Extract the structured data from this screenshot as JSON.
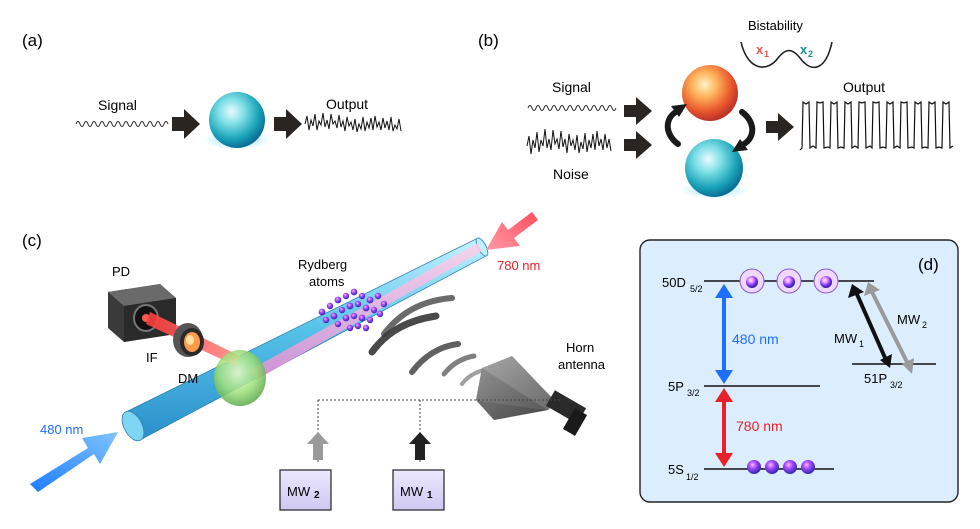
{
  "panel_a": {
    "label": "(a)",
    "signal_label": "Signal",
    "output_label": "Output"
  },
  "panel_b": {
    "label": "(b)",
    "bistability_label": "Bistability",
    "x1_label": "x",
    "x1_sub": "1",
    "x2_label": "x",
    "x2_sub": "2",
    "signal_label": "Signal",
    "noise_label": "Noise",
    "output_label": "Output"
  },
  "panel_c": {
    "label": "(c)",
    "pd_label": "PD",
    "if_label": "IF",
    "dm_label": "DM",
    "rydberg_label_1": "Rydberg",
    "rydberg_label_2": "atoms",
    "nm780_label": "780 nm",
    "nm480_label": "480 nm",
    "horn_label_1": "Horn",
    "horn_label_2": "antenna",
    "mw2_text": "MW",
    "mw2_num": "2",
    "mw1_text": "MW",
    "mw1_num": "1"
  },
  "panel_d": {
    "label": "(d)",
    "level_50d": "50D",
    "level_50d_sub": "5/2",
    "level_5p": "5P",
    "level_5p_sub": "3/2",
    "level_5s": "5S",
    "level_5s_sub": "1/2",
    "level_51p": "51P",
    "level_51p_sub": "3/2",
    "nm480_label": "480 nm",
    "nm780_label": "780 nm",
    "mw1_text": "MW",
    "mw1_sub": "1",
    "mw2_text": "MW",
    "mw2_sub": "2"
  },
  "colors": {
    "blue_laser": "#1e6fff",
    "red_laser": "#e8202a",
    "arrow_dark": "#2b2522",
    "panel_d_bg": "#dceefe",
    "beam_cyan": "#5cc8ea"
  }
}
